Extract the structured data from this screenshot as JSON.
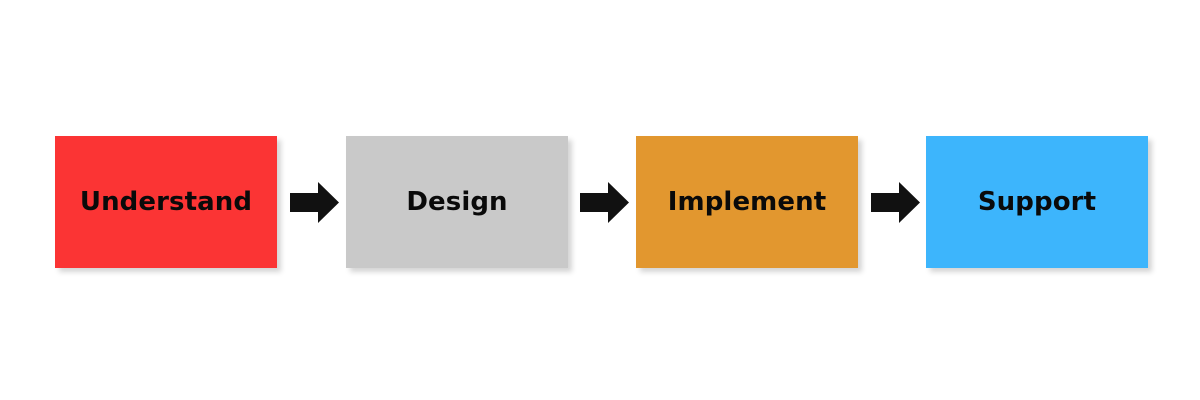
{
  "diagram": {
    "type": "process-flow",
    "orientation": "left-to-right",
    "background_color": "#FFFFFF",
    "stage_count": 4,
    "arrow_count": 3,
    "arrow_color": "#111111",
    "label_color": "#0A0A0A",
    "stages": [
      {
        "label": "Understand",
        "color": "#FB3434",
        "color_name": "red",
        "order": 1
      },
      {
        "label": "Design",
        "color": "#C9C9C9",
        "color_name": "gray",
        "order": 2
      },
      {
        "label": "Implement",
        "color": "#E2972F",
        "color_name": "orange",
        "order": 3
      },
      {
        "label": "Support",
        "color": "#3DB5FC",
        "color_name": "blue",
        "order": 4
      }
    ],
    "arrows": [
      {
        "icon": "arrow-right-icon",
        "from": "Understand",
        "to": "Design"
      },
      {
        "icon": "arrow-right-icon",
        "from": "Design",
        "to": "Implement"
      },
      {
        "icon": "arrow-right-icon",
        "from": "Implement",
        "to": "Support"
      }
    ]
  }
}
